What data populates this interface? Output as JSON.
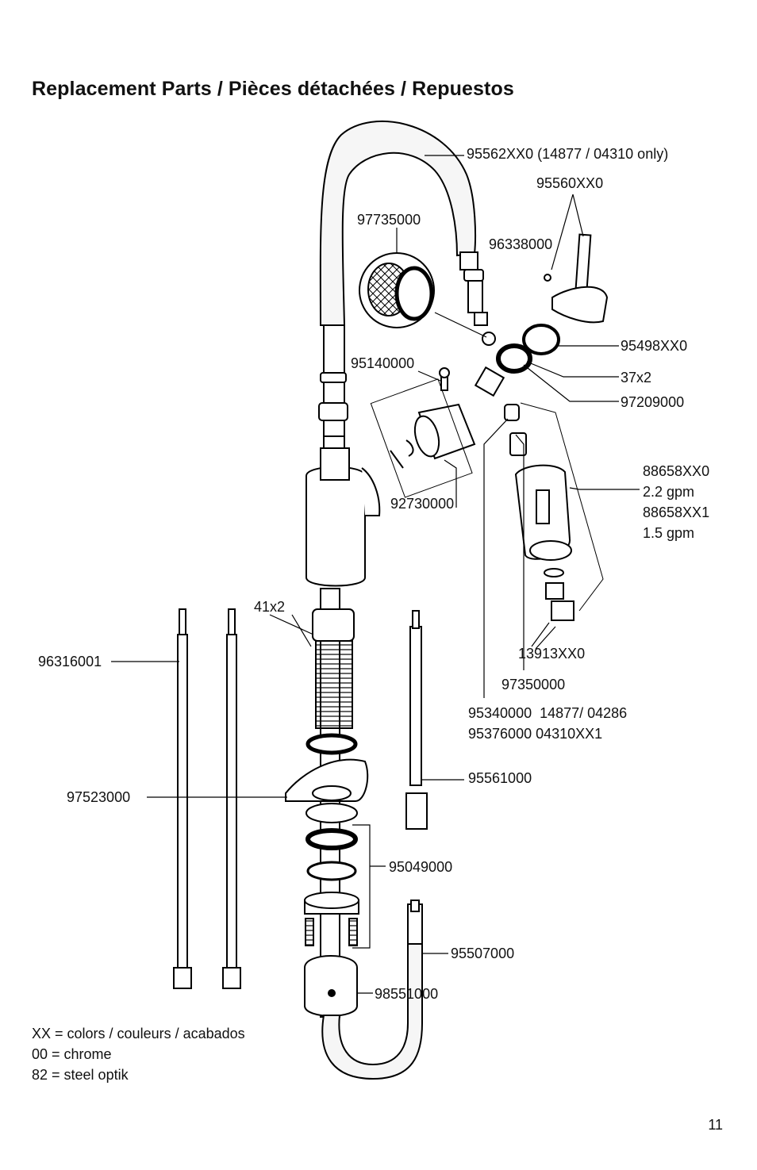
{
  "title": "Replacement Parts / Pièces détachées / Repuestos",
  "parts": {
    "spout": "95562XX0 (14877 / 04310 only)",
    "handle": "95560XX0",
    "aerator_screen": "97735000",
    "set_screw": "96338000",
    "cap": "95498XX0",
    "oring_37": "37x2",
    "nut": "97209000",
    "screw_95140000": "95140000",
    "cartridge": "92730000",
    "spray_head_1": "88658XX0",
    "spray_head_1_flow": "2.2 gpm",
    "spray_head_2": "88658XX1",
    "spray_head_2_flow": "1.5 gpm",
    "oring_41": "41x2",
    "supply_hose": "96316001",
    "gasket_plate": "97523000",
    "check_valve": "13913XX0",
    "hose_97350000": "97350000",
    "hose_line_1": "95340000  14877/ 04286",
    "hose_line_2": "95376000 04310XX1",
    "hose_95561000": "95561000",
    "mounting_kit": "95049000",
    "hose_95507000": "95507000",
    "weight": "98551000"
  },
  "legend": {
    "line1": "XX = colors / couleurs / acabados",
    "line2": "00 = chrome",
    "line3": "82 = steel optik"
  },
  "page_number": "11"
}
